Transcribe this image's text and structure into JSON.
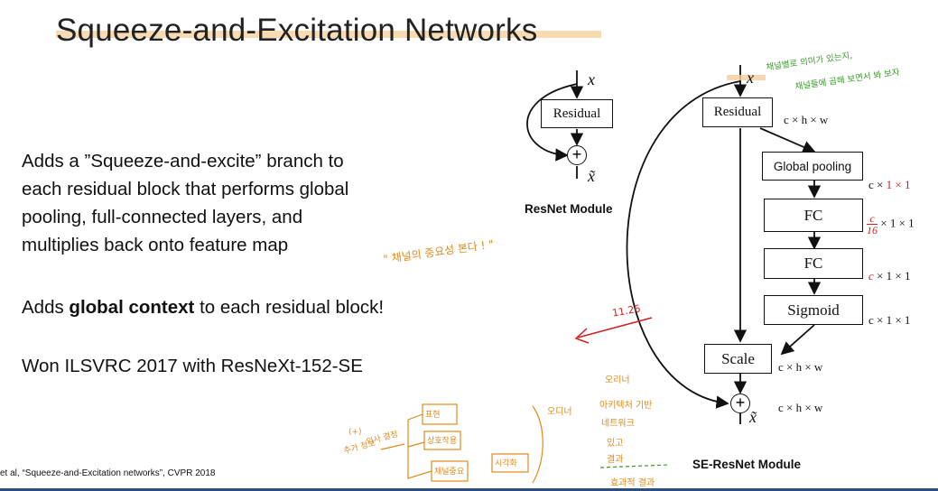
{
  "slide": {
    "title": "Squeeze-and-Excitation Networks",
    "bullets": {
      "b1_line1": "Adds a ”Squeeze-and-excite” branch to",
      "b1_line2": "each residual block that performs global",
      "b1_line3": "pooling, full-connected layers, and",
      "b1_line4": "multiplies back onto feature map",
      "b2_pre": "Adds ",
      "b2_bold": "global context",
      "b2_post": " to each residual block!",
      "b3": "Won ILSVRC 2017 with ResNeXt-152-SE"
    },
    "citation": "et al, “Squeeze-and-Excitation networks”, CVPR 2018"
  },
  "resnet_module": {
    "caption": "ResNet Module",
    "input_var": "x",
    "output_var": "x̃",
    "block": "Residual",
    "add_symbol": "+"
  },
  "se_module": {
    "caption": "SE-ResNet Module",
    "input_var": "x",
    "output_var": "x̃",
    "add_symbol": "+",
    "blocks": {
      "residual": "Residual",
      "global_pooling": "Global pooling",
      "fc1": "FC",
      "fc2": "FC",
      "sigmoid": "Sigmoid",
      "scale": "Scale"
    },
    "dims": {
      "residual": "c × h × w",
      "global_pooling_pre": "c × ",
      "global_pooling_red": "1 × 1",
      "fc1_num": "c",
      "fc1_den": "16",
      "fc1_post": " × 1 × 1",
      "fc2_red": "c",
      "fc2_post": " × 1 × 1",
      "sigmoid": "c × 1 × 1",
      "scale": "c × h × w",
      "output": "c × h × w"
    }
  },
  "annotations": {
    "top_right_line1": "채널별로 의미가 있는지,",
    "top_right_line2": "채널들에 곱해 보면서 봐 보자",
    "bullet_note": "\" 채널의 중요성 본다 ! \"",
    "arrow_label": "11.26",
    "box_1": "표현",
    "box_2": "상호작용",
    "box_3": "채널중요",
    "box_4": "시각화",
    "box_small": "(+)",
    "left_note": "추가 정보",
    "mid_note": "의사 결정",
    "col_1": "오리너",
    "col_2": "아키텍처 기반",
    "col_3": "네트워크",
    "col_4": "있고",
    "col_5": "결과",
    "col_6": "효과적 결과",
    "header_note": "오디너"
  },
  "colors": {
    "title_highlight": "#f6cf9a",
    "red_ink": "#d02020",
    "orange_ink": "#e08a1a",
    "green_ink": "#3a9a2a",
    "bottom_rule": "#2d4f7f"
  }
}
